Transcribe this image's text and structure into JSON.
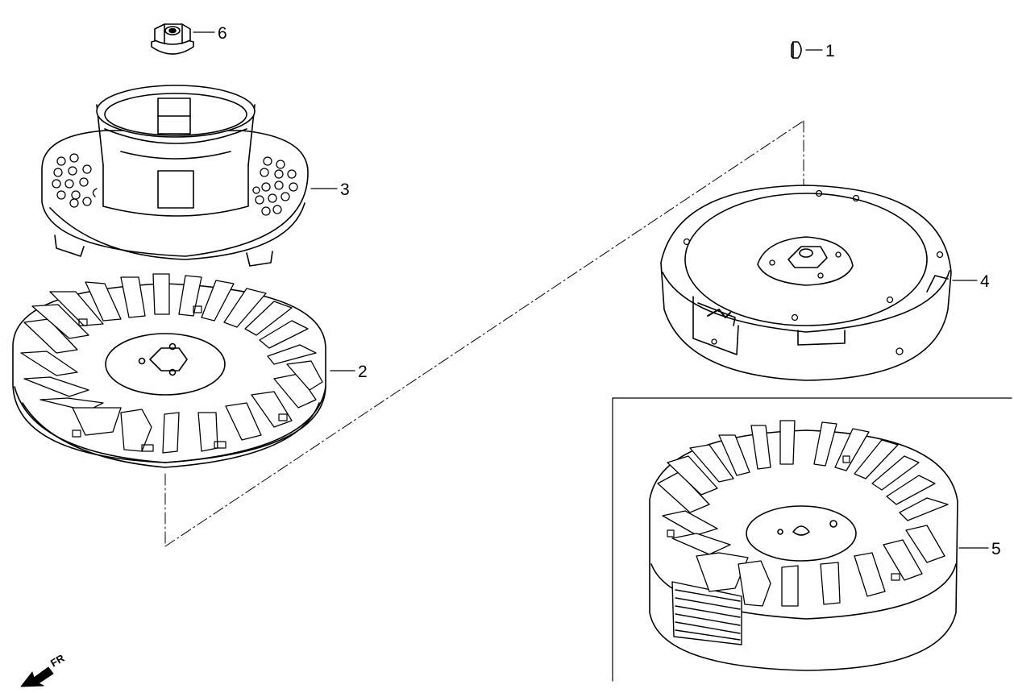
{
  "diagram": {
    "parts": [
      {
        "id": "key",
        "callout": "1"
      },
      {
        "id": "cooling-fan",
        "callout": "2"
      },
      {
        "id": "fan-cup",
        "callout": "3"
      },
      {
        "id": "flywheel",
        "callout": "4"
      },
      {
        "id": "flywheel-fan-assembly",
        "callout": "5"
      },
      {
        "id": "flange-nut",
        "callout": "6"
      }
    ],
    "direction_label": "FR",
    "colors": {
      "line": "#000000",
      "background": "#ffffff"
    }
  }
}
